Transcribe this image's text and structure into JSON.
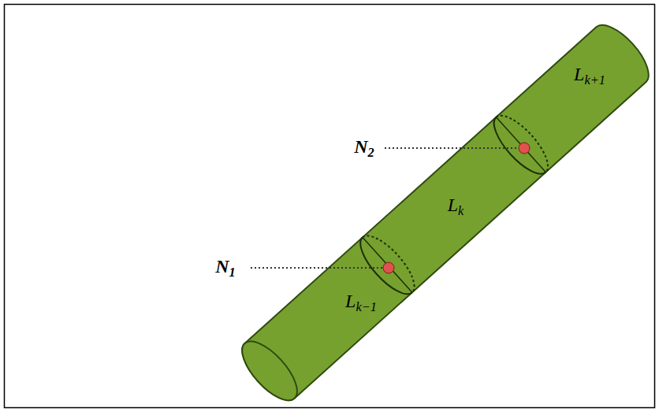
{
  "diagram": {
    "labels": [
      "Lk+1",
      "N2",
      "Lk",
      "N1",
      "Lk−1"
    ]
  }
}
